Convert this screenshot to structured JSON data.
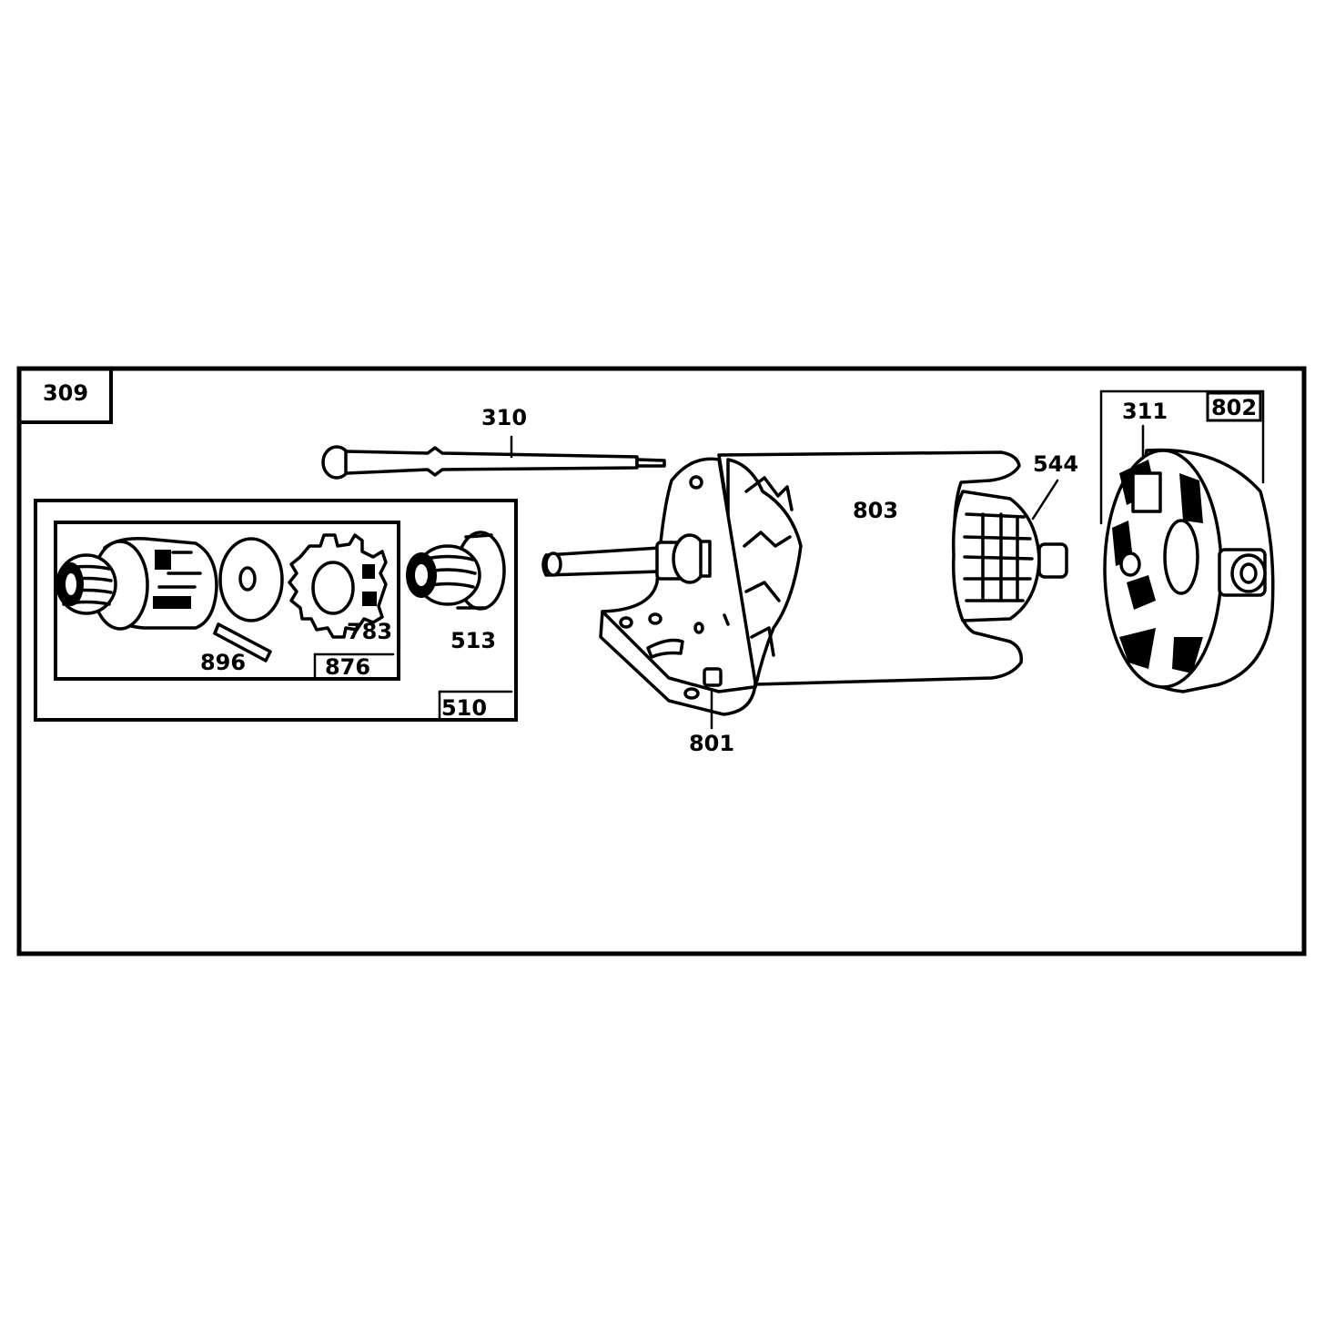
{
  "diagram": {
    "labels": {
      "group_main": "309",
      "through_bolt": "310",
      "nut_311": "311",
      "drive_assembly_group": "510",
      "drive_513": "513",
      "brush_544": "544",
      "pinion_783": "783",
      "pin_896": "896",
      "group_876": "876",
      "drive_end_cap": "801",
      "commutator_end_cap": "802",
      "housing": "803"
    },
    "colors": {
      "ink": "#000000",
      "paper": "#ffffff"
    }
  }
}
